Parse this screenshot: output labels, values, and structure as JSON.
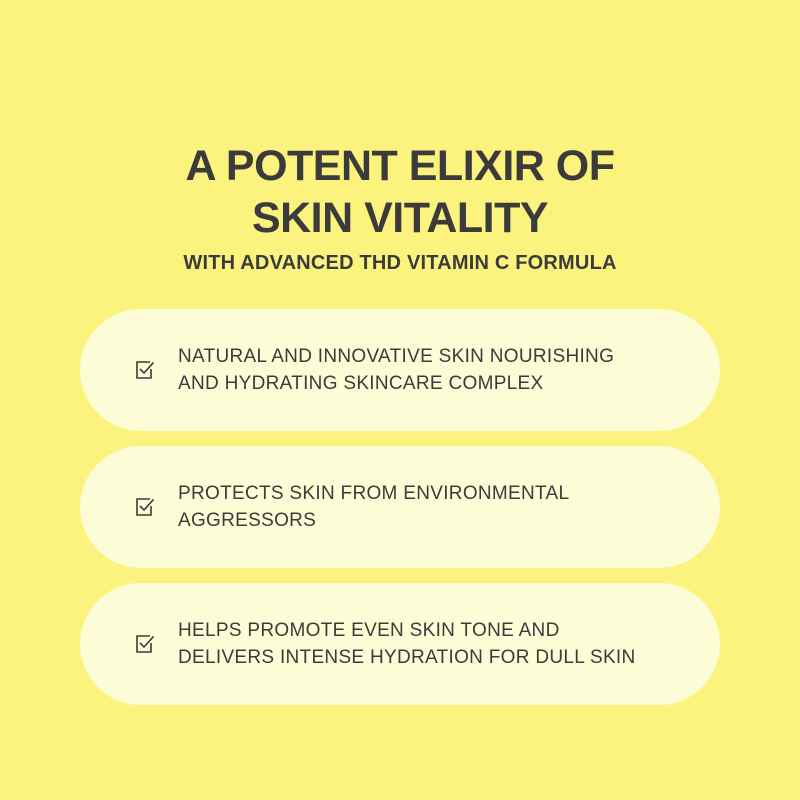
{
  "headline": {
    "line1": "A POTENT ELIXIR OF",
    "line2": "SKIN VITALITY"
  },
  "subheadline": "WITH ADVANCED THD VITAMIN C FORMULA",
  "benefits": [
    {
      "icon": "checkbox-checked-icon",
      "line1": "NATURAL AND INNOVATIVE SKIN NOURISHING",
      "line2": "AND HYDRATING SKINCARE COMPLEX"
    },
    {
      "icon": "checkbox-checked-icon",
      "line1": "PROTECTS SKIN FROM ENVIRONMENTAL",
      "line2": "AGGRESSORS"
    },
    {
      "icon": "checkbox-checked-icon",
      "line1": "HELPS PROMOTE EVEN SKIN TONE AND",
      "line2": "DELIVERS INTENSE HYDRATION FOR DULL SKIN"
    }
  ],
  "colors": {
    "background": "#fcf37e",
    "card": "#fcfcd6",
    "text": "#3b3b3b"
  }
}
